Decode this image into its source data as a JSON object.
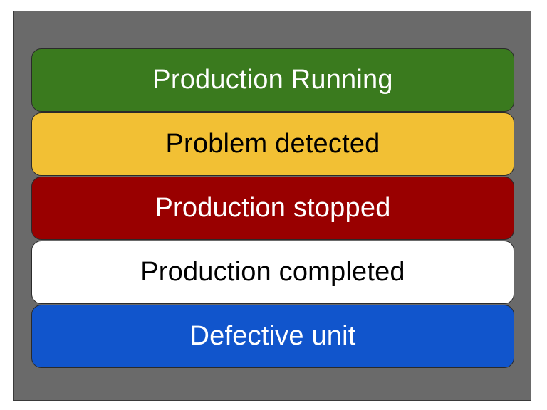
{
  "statuses": [
    {
      "id": "running",
      "label": "Production Running",
      "bg": "#3a7a1e",
      "fg": "#ffffff"
    },
    {
      "id": "problem",
      "label": "Problem detected",
      "bg": "#f2c034",
      "fg": "#000000"
    },
    {
      "id": "stopped",
      "label": "Production stopped",
      "bg": "#990000",
      "fg": "#ffffff"
    },
    {
      "id": "completed",
      "label": "Production completed",
      "bg": "#ffffff",
      "fg": "#000000"
    },
    {
      "id": "defective",
      "label": "Defective unit",
      "bg": "#1155cc",
      "fg": "#ffffff"
    }
  ],
  "colors": {
    "frame_bg": "#6a6a6a",
    "page_bg": "#ffffff"
  }
}
